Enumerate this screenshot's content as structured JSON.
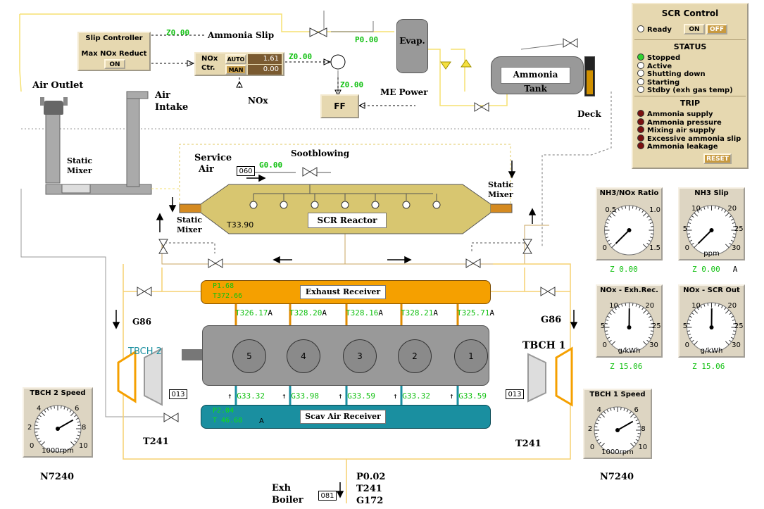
{
  "labels": {
    "air_outlet": "Air Outlet",
    "air_intake_1": "Air",
    "air_intake_2": "Intake",
    "static_mixer_1": "Static",
    "static_mixer_2": "Mixer",
    "service_air_1": "Service",
    "service_air_2": "Air",
    "sootblowing": "Sootblowing",
    "ammonia_slip": "Ammonia Slip",
    "nox": "NOx",
    "me_power": "ME Power",
    "evap": "Evap.",
    "ammonia_tank": "Ammonia Tank",
    "deck": "Deck",
    "scr_reactor": "SCR Reactor",
    "exhaust_receiver": "Exhaust Receiver",
    "scav_air_receiver": "Scav Air Receiver",
    "tbch2": "TBCH 2",
    "tbch1": "TBCH 1",
    "exh_boiler_1": "Exh",
    "exh_boiler_2": "Boiler",
    "ff": "FF"
  },
  "values": {
    "z_slip": "Z0.00",
    "z_ctr": "Z0.00",
    "z_ff": "Z0.00",
    "p_evap": "P0.00",
    "g_sootblow": "G0.00",
    "t_scr": "T33.90",
    "exh_p": "P1.68",
    "exh_t": "T372.66",
    "scav_p": "P2.04",
    "scav_t": "T 46.68",
    "scav_a": "A",
    "g86_left": "G86",
    "g86_right": "G86",
    "t241_left": "T241",
    "t241_right": "T241",
    "n_left": "N7240",
    "n_right": "N7240",
    "boiler_p": "P0.02",
    "boiler_t": "T241",
    "boiler_g": "G172",
    "box_060": "060",
    "box_013_left": "013",
    "box_013_right": "013",
    "box_081": "081"
  },
  "exhaust_temps": [
    "T326.17",
    "T328.20",
    "T328.16",
    "T328.21",
    "T325.71"
  ],
  "scav_flows": [
    "G33.32",
    "G33.98",
    "G33.59",
    "G33.32",
    "G33.59"
  ],
  "cylinders": [
    "5",
    "4",
    "3",
    "2",
    "1"
  ],
  "nox_controller": {
    "title1": "NOx",
    "title2": "Ctr.",
    "auto_label": "AUTO",
    "man_label": "MAN",
    "auto_value": "1.61",
    "man_value": "0.00"
  },
  "slip_controller": {
    "title": "Slip Controller",
    "subtitle": "Max NOx Reduct",
    "on_label": "ON"
  },
  "scr_control": {
    "title": "SCR Control",
    "ready_label": "Ready",
    "on_label": "ON",
    "off_label": "OFF",
    "status_title": "STATUS",
    "status_items": [
      "Stopped",
      "Active",
      "Shutting down",
      "Starting",
      "Stdby  (exh gas temp)"
    ],
    "status_active": "Stopped",
    "trip_title": "TRIP",
    "trip_items": [
      "Ammonia supply",
      "Ammonia pressure",
      "Mixing air supply",
      "Excessive ammonia slip",
      "Ammonia leakage"
    ],
    "reset_label": "RESET"
  },
  "gauges": [
    {
      "id": "nh3nox",
      "title": "NH3/NOx Ratio",
      "ticks": [
        "0.5",
        "1.0",
        "0",
        "1.5"
      ],
      "unit": "",
      "min": 0,
      "max": 1.5,
      "value": 0,
      "readout": "Z 0.00",
      "readout_suffix": ""
    },
    {
      "id": "nh3slip",
      "title": "NH3 Slip",
      "ticks": [
        "10",
        "20",
        "5",
        "25",
        "0",
        "30"
      ],
      "unit": "ppm",
      "min": 0,
      "max": 30,
      "value": 0,
      "readout": "Z 0.00",
      "readout_suffix": "A"
    },
    {
      "id": "noxexh",
      "title": "NOx - Exh.Rec.",
      "ticks": [
        "10",
        "20",
        "5",
        "25",
        "0",
        "30"
      ],
      "unit": "g/kWh",
      "min": 0,
      "max": 30,
      "value": 15.06,
      "readout": "Z 15.06",
      "readout_suffix": ""
    },
    {
      "id": "noxscr",
      "title": "NOx - SCR Out",
      "ticks": [
        "10",
        "20",
        "5",
        "25",
        "0",
        "30"
      ],
      "unit": "g/kWh",
      "min": 0,
      "max": 30,
      "value": 15.06,
      "readout": "Z 15.06",
      "readout_suffix": ""
    }
  ],
  "tbch_gauges": [
    {
      "id": "tbch2",
      "title": "TBCH 2 Speed",
      "ticks": [
        "4",
        "6",
        "2",
        "8",
        "0",
        "10"
      ],
      "unit": "1000rpm",
      "min": 0,
      "max": 10,
      "value": 7.24
    },
    {
      "id": "tbch1",
      "title": "TBCH 1 Speed",
      "ticks": [
        "4",
        "6",
        "2",
        "8",
        "0",
        "10"
      ],
      "unit": "1000rpm",
      "min": 0,
      "max": 10,
      "value": 7.24
    }
  ],
  "colors": {
    "exhaust": "#f5a000",
    "scav": "#1a8fa0",
    "scr": "#d8c670",
    "engine": "#8a8a8a",
    "green_text": "#10c010",
    "panel": "#e6d8b0"
  }
}
